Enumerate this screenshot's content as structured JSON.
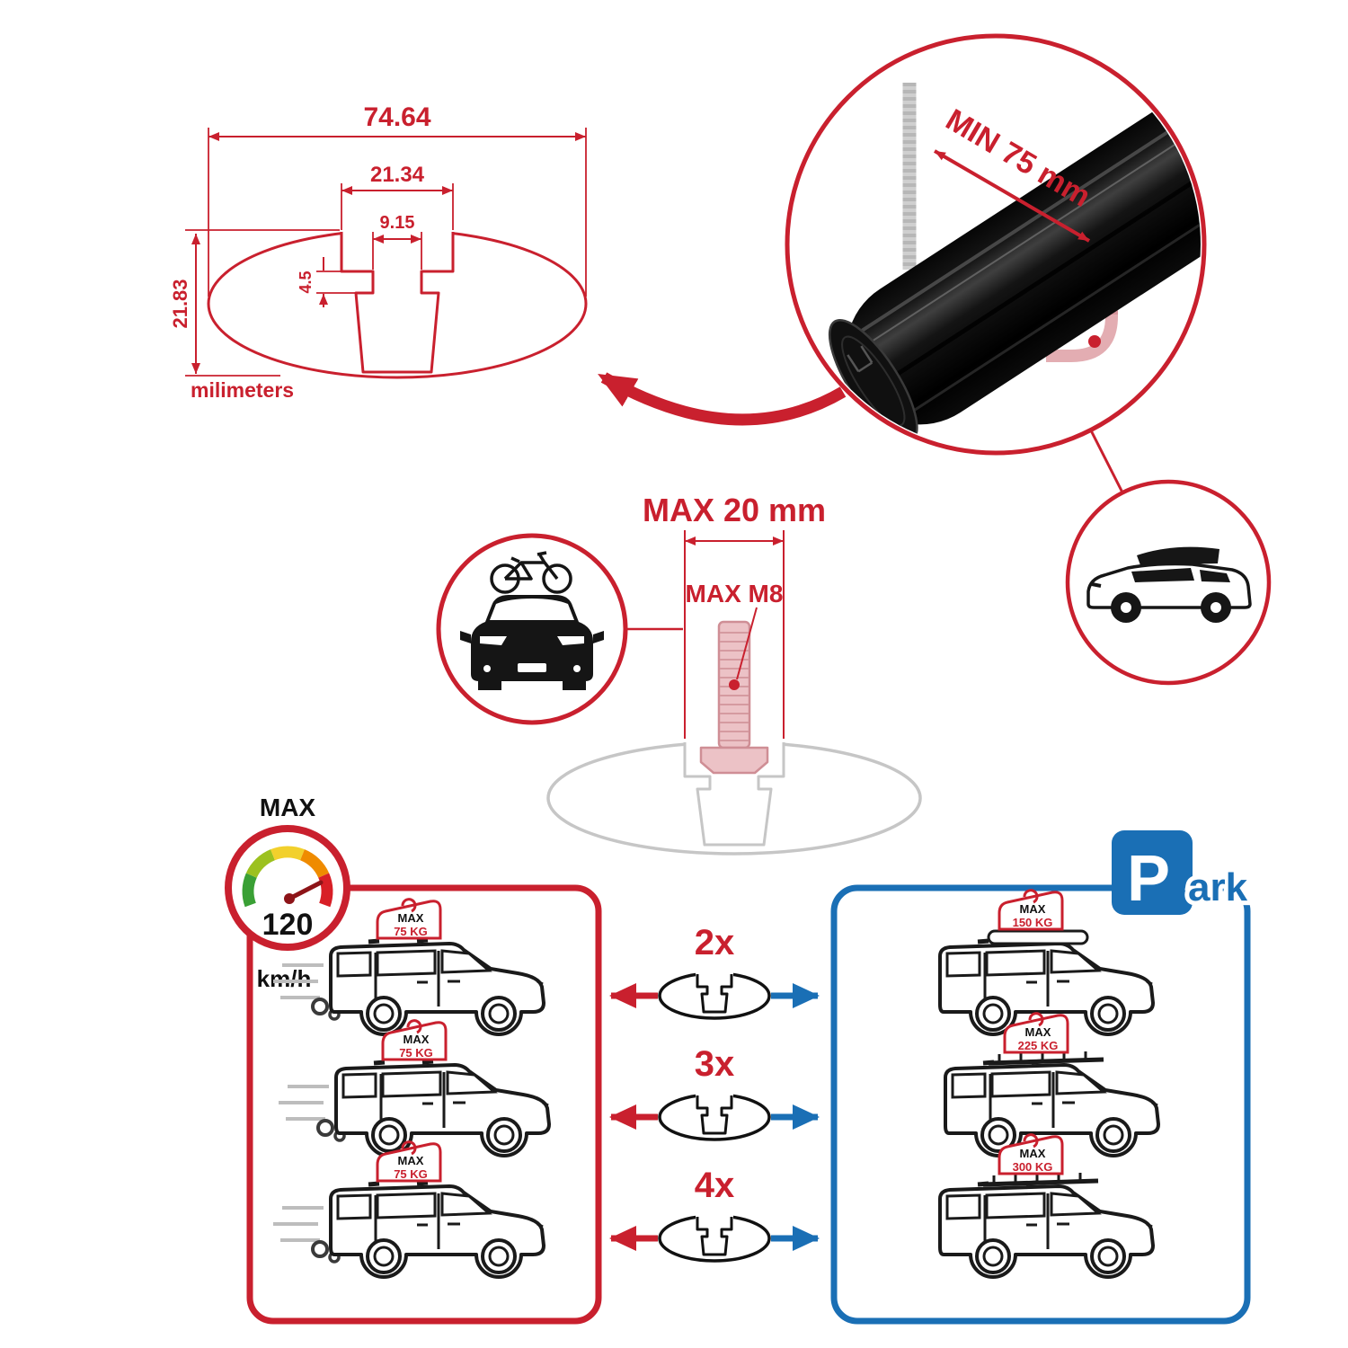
{
  "colors": {
    "red": "#C9202E",
    "blue": "#1A6FB5",
    "black": "#111111",
    "gray": "#C6C6C6",
    "pink": "#E8B7BB"
  },
  "cross_section": {
    "dim_total_width": "74.64",
    "dim_outer_slot": "21.34",
    "dim_inner_slot": "9.15",
    "dim_lip_depth": "4.5",
    "dim_total_height": "21.83",
    "units": "milimeters"
  },
  "bar_detail": {
    "min_span_label": "MIN 75 mm"
  },
  "bolt_diagram": {
    "max_width_label": "MAX 20 mm",
    "max_thread_label": "MAX M8"
  },
  "speed_gauge": {
    "max_label": "MAX",
    "value": "120",
    "unit": "km/h"
  },
  "park_sign": {
    "letter": "P",
    "suffix": "ark"
  },
  "multipliers": [
    {
      "label": "2x"
    },
    {
      "label": "3x"
    },
    {
      "label": "4x"
    }
  ],
  "driving_panel": {
    "cars": [
      {
        "max_label": "MAX",
        "load": "75 KG"
      },
      {
        "max_label": "MAX",
        "load": "75 KG"
      },
      {
        "max_label": "MAX",
        "load": "75 KG"
      }
    ]
  },
  "parked_panel": {
    "cars": [
      {
        "max_label": "MAX",
        "load": "150 KG"
      },
      {
        "max_label": "MAX",
        "load": "225 KG"
      },
      {
        "max_label": "MAX",
        "load": "300 KG"
      }
    ]
  }
}
